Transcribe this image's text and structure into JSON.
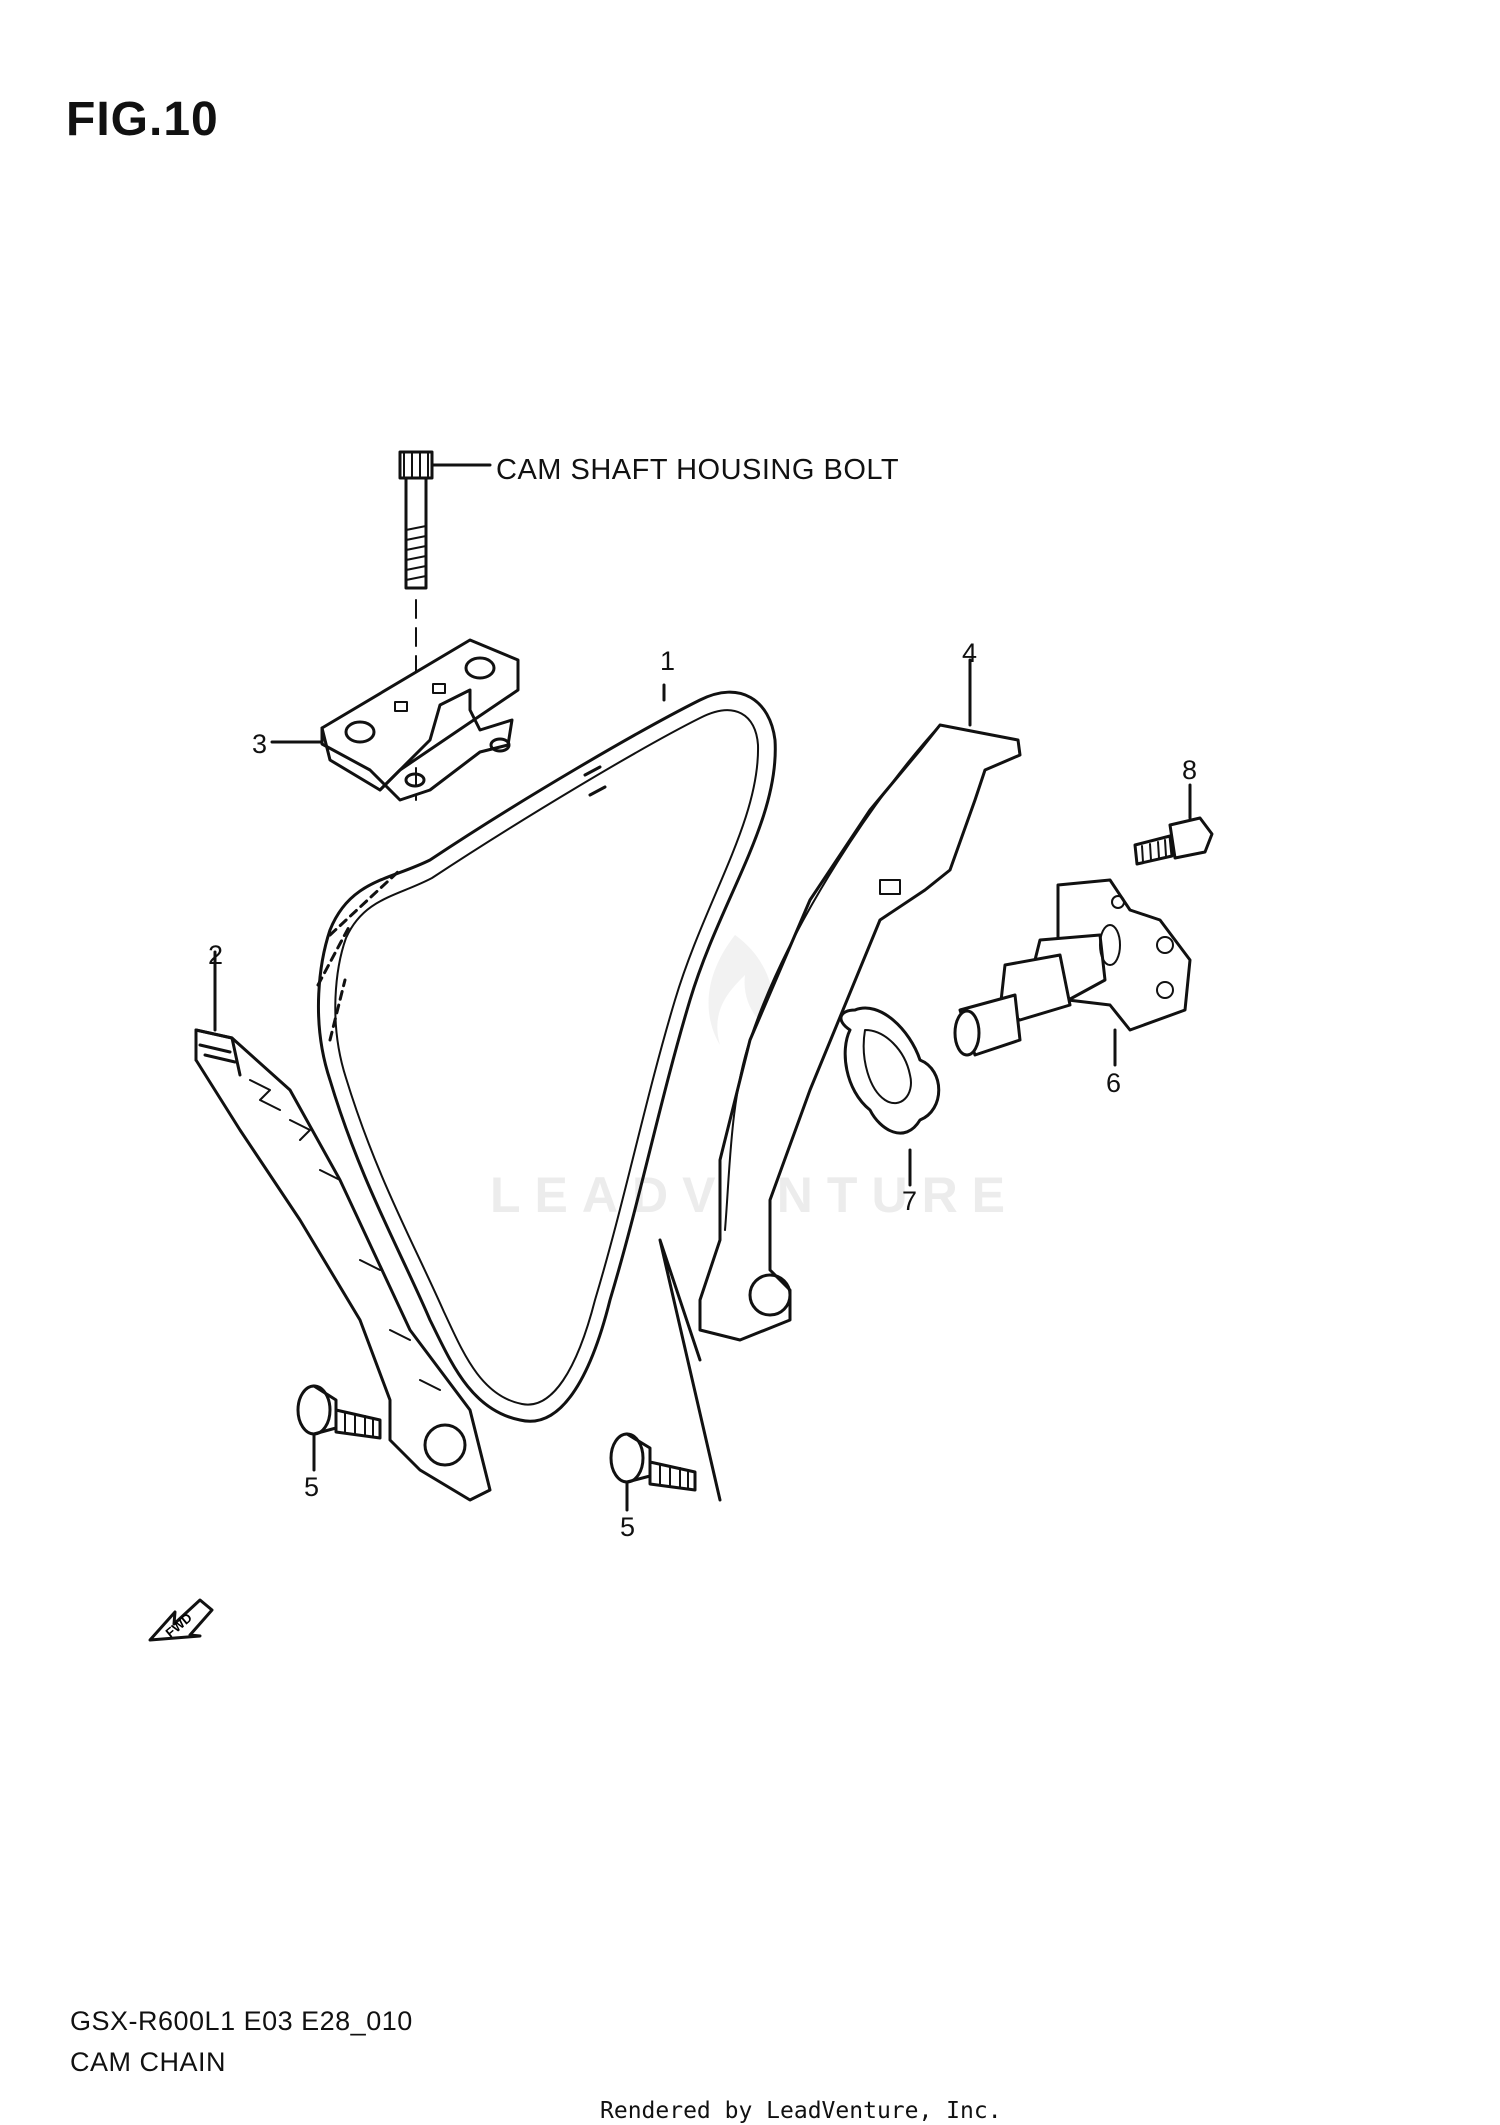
{
  "figure": {
    "title": "FIG.10",
    "bolt_label": "CAM SHAFT HOUSING BOLT",
    "model_code": "GSX-R600L1 E03 E28_010",
    "caption": "CAM CHAIN",
    "credit": "Rendered by LeadVenture, Inc.",
    "watermark": "LEADVENTURE",
    "fwd_mark": "FWD"
  },
  "callouts": [
    {
      "id": "1",
      "part": "cam-chain"
    },
    {
      "id": "2",
      "part": "chain-tensioner-guide"
    },
    {
      "id": "3",
      "part": "cam-chain-guide-bracket"
    },
    {
      "id": "4",
      "part": "chain-guide"
    },
    {
      "id": "5",
      "part": "guide-bolt-left"
    },
    {
      "id": "5",
      "part": "guide-bolt-right"
    },
    {
      "id": "6",
      "part": "chain-tensioner-adjuster"
    },
    {
      "id": "7",
      "part": "tensioner-gasket"
    },
    {
      "id": "8",
      "part": "tensioner-bolt"
    }
  ],
  "colors": {
    "ink": "#111111",
    "watermark": "#ececec"
  }
}
